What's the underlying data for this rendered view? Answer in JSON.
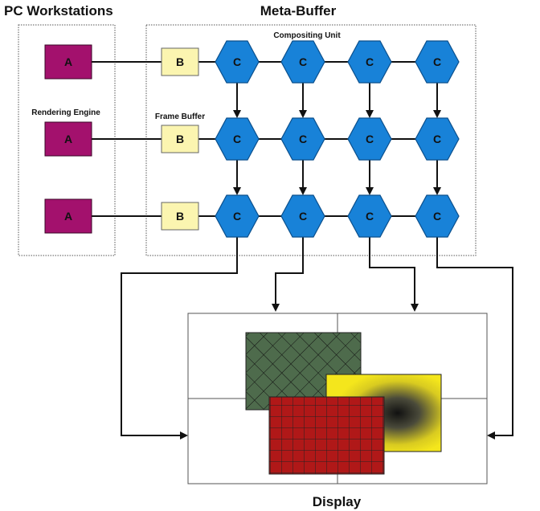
{
  "titles": {
    "pc_workstations": "PC Workstations",
    "meta_buffer": "Meta-Buffer",
    "display": "Display"
  },
  "labels": {
    "compositing_unit": "Compositing Unit",
    "rendering_engine": "Rendering Engine",
    "frame_buffer": "Frame Buffer"
  },
  "nodes": {
    "rendering_engine": "A",
    "frame_buffer": "B",
    "compositing_unit": "C"
  },
  "colors": {
    "rendering_engine_fill": "#a3116d",
    "frame_buffer_fill": "#fbf5b0",
    "compositing_fill": "#1882d8",
    "compositing_stroke": "#0b4f8c",
    "green_window": "#4e6b4c",
    "yellow_window": "#f4e61c",
    "red_window": "#b01818"
  },
  "grid": {
    "rows": 3,
    "cols": 4
  }
}
